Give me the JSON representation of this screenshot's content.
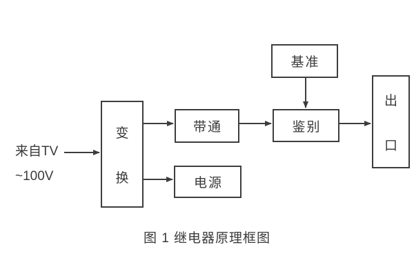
{
  "diagram": {
    "caption": "图 1 继电器原理框图",
    "input_label": {
      "line1": "来自TV",
      "line2": "~100V"
    },
    "blocks": {
      "transform": {
        "label": "变换",
        "chars": [
          "变",
          "换"
        ],
        "orientation": "vertical"
      },
      "bandpass": {
        "label": "带通",
        "orientation": "horizontal"
      },
      "power": {
        "label": "电源",
        "orientation": "horizontal"
      },
      "reference": {
        "label": "基准",
        "orientation": "horizontal"
      },
      "discriminator": {
        "label": "鉴别",
        "orientation": "horizontal"
      },
      "outlet": {
        "label": "出口",
        "chars": [
          "出",
          "口"
        ],
        "orientation": "vertical"
      }
    },
    "connections": [
      {
        "from": "input-label",
        "to": "transform"
      },
      {
        "from": "transform",
        "to": "bandpass"
      },
      {
        "from": "transform",
        "to": "power"
      },
      {
        "from": "bandpass",
        "to": "discriminator"
      },
      {
        "from": "reference",
        "to": "discriminator"
      },
      {
        "from": "discriminator",
        "to": "outlet"
      }
    ],
    "colors": {
      "line": "#3d3d3d",
      "text": "#3a3a3a",
      "background": "#ffffff"
    }
  }
}
